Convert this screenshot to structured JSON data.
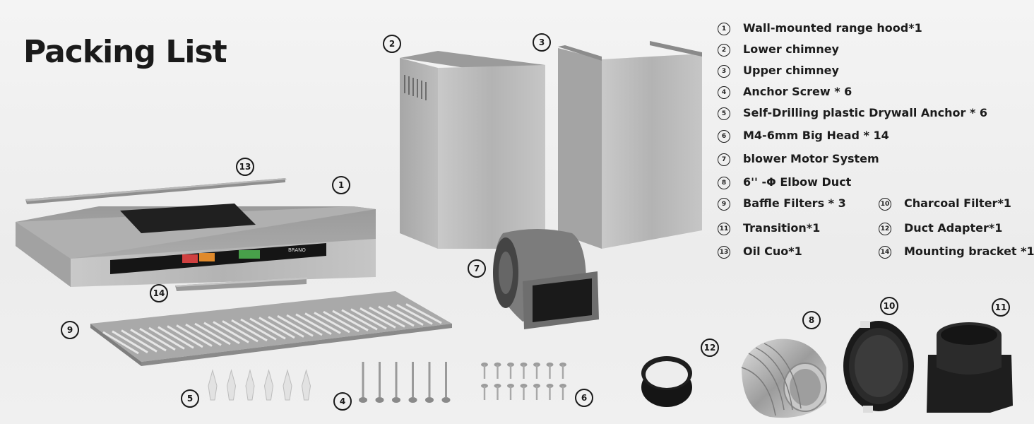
{
  "title": "Packing List",
  "legend": [
    {
      "num": "1",
      "label": "Wall-mounted range hood*1"
    },
    {
      "num": "2",
      "label": "Lower chimney"
    },
    {
      "num": "3",
      "label": "Upper chimney"
    },
    {
      "num": "4",
      "label": "Anchor Screw * 6"
    },
    {
      "num": "5",
      "label": "Self-Drilling plastic Drywall Anchor * 6"
    },
    {
      "num": "6",
      "label": "M4-6mm Big Head * 14"
    },
    {
      "num": "7",
      "label": "blower Motor System"
    },
    {
      "num": "8",
      "label": "6'' -Φ Elbow Duct"
    },
    {
      "num": "9",
      "label": "Baffle Filters * 3"
    },
    {
      "num": "10",
      "label": "Charcoal Filter*1"
    },
    {
      "num": "11",
      "label": "Transition*1"
    },
    {
      "num": "12",
      "label": "Duct Adapter*1"
    },
    {
      "num": "13",
      "label": "Oil Cuo*1"
    },
    {
      "num": "14",
      "label": "Mounting bracket *1"
    }
  ],
  "hood_brand": "BRANO",
  "colors": {
    "steel": "#b9b9b9",
    "steel_dark": "#8e8e8e",
    "black": "#1b1b1b",
    "text": "#1c1c1c"
  }
}
